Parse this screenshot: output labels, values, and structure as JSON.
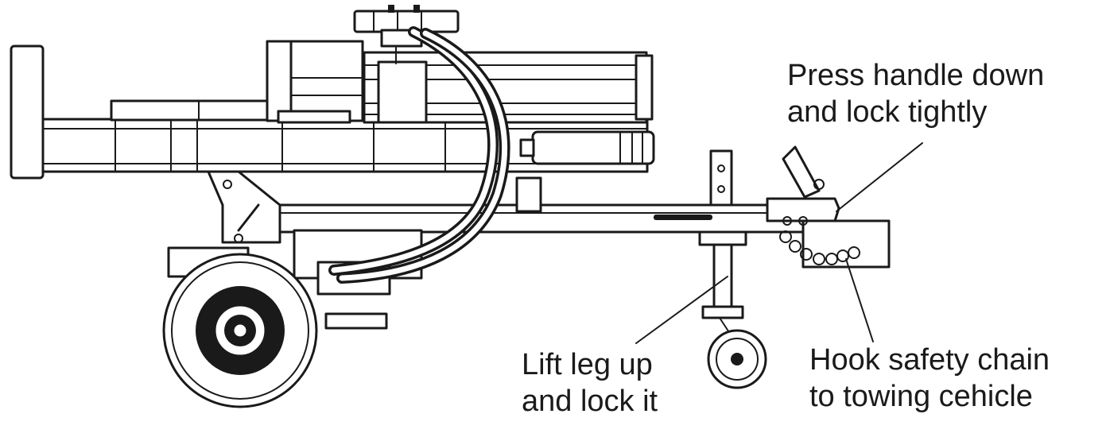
{
  "callouts": {
    "handle": {
      "line1": "Press handle down",
      "line2": "and lock tightly"
    },
    "leg": {
      "line1": "Lift leg up",
      "line2": "and lock it"
    },
    "chain": {
      "line1": "Hook safety chain",
      "line2": "to towing cehicle"
    }
  },
  "colors": {
    "ink": "#1a1a1a",
    "paper": "#ffffff"
  }
}
